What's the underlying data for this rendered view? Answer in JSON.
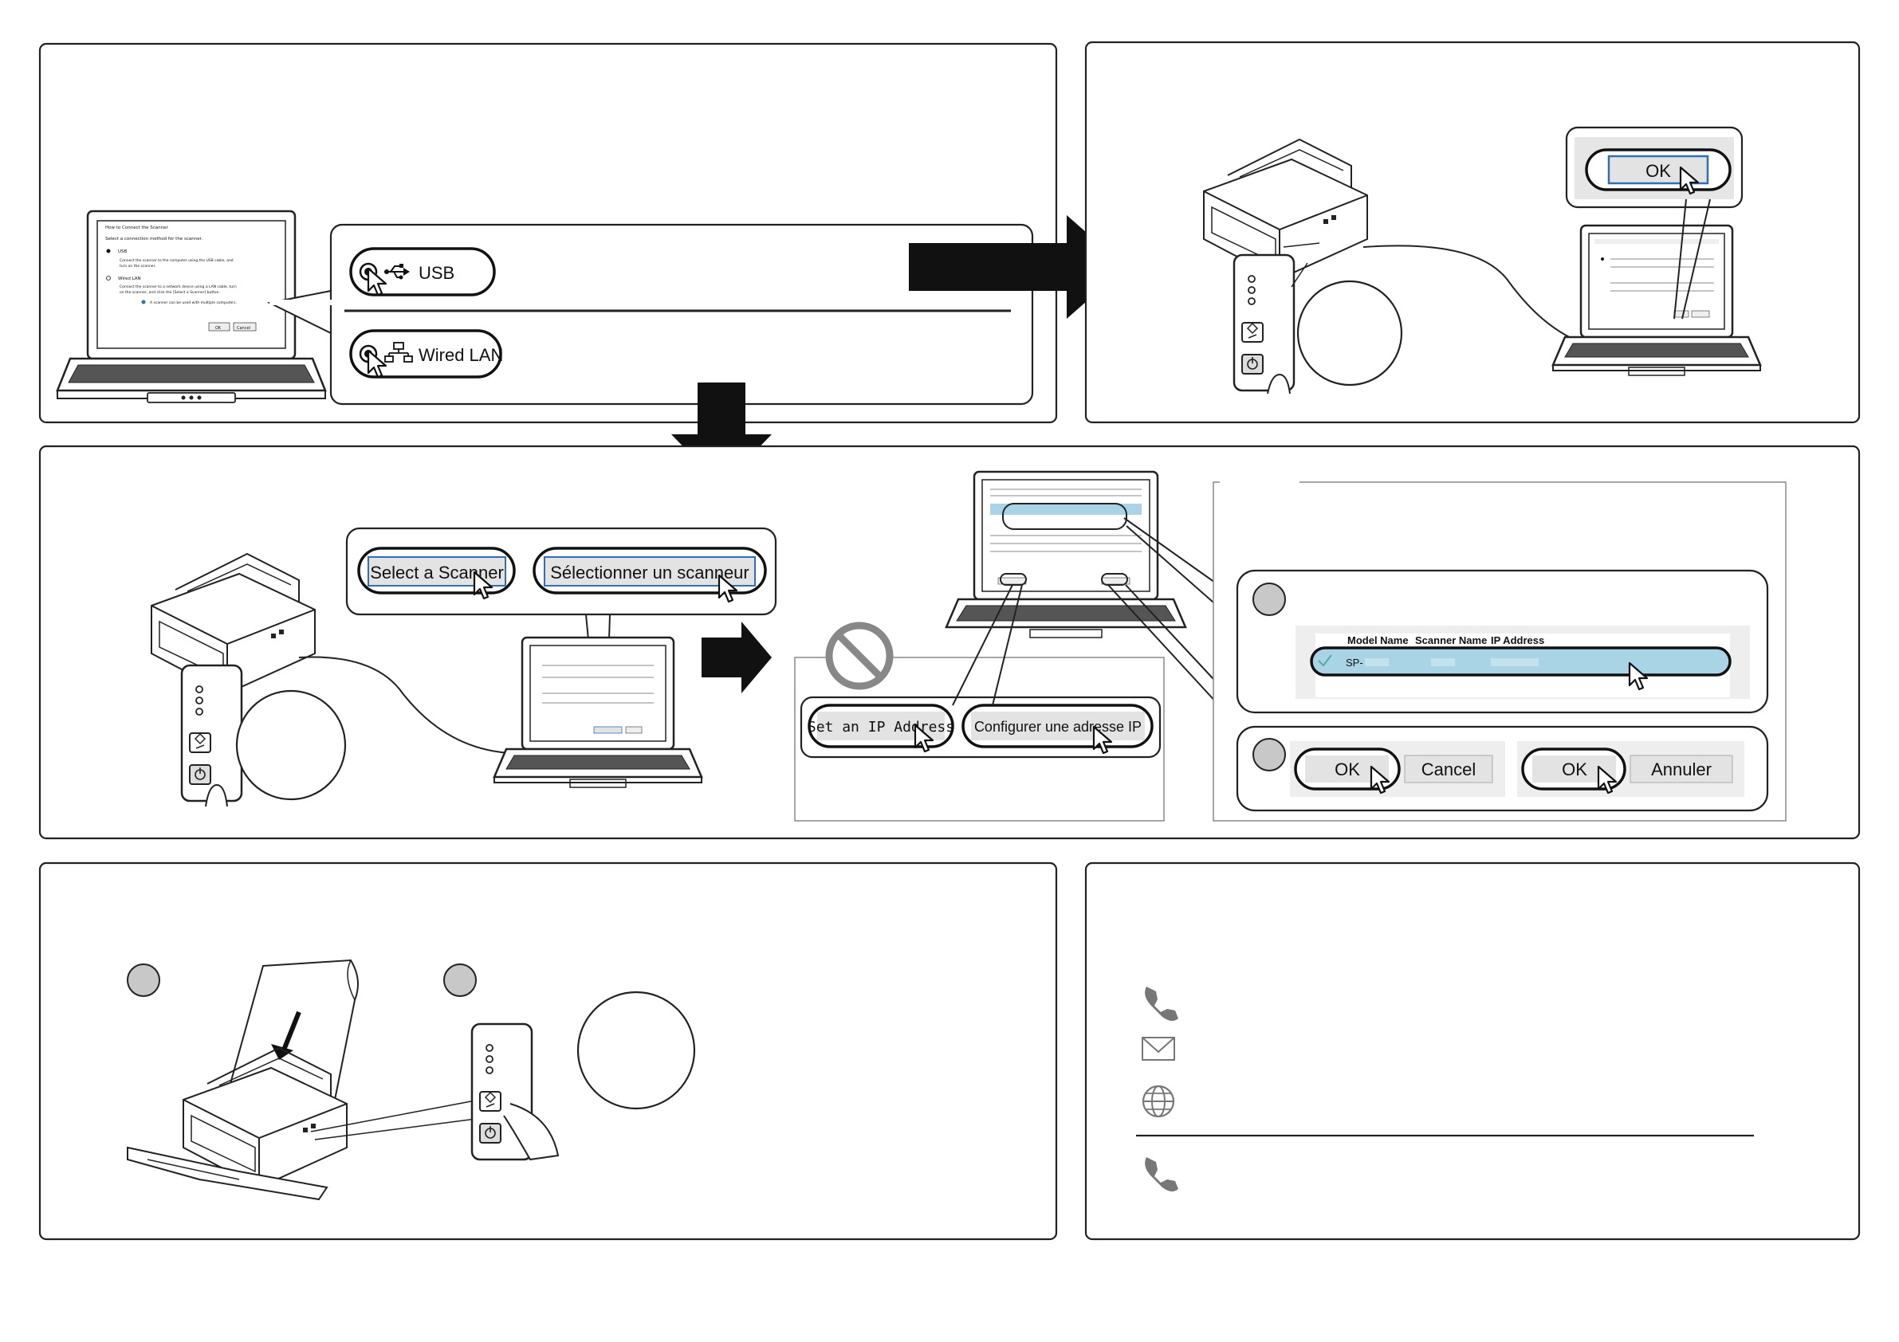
{
  "step1": {
    "options": {
      "usb": "USB",
      "wired_lan": "Wired LAN"
    },
    "laptop_dialog": {
      "title": "How to Connect the Scanner",
      "heading": "Select a connection method for the scanner.",
      "usb": "USB",
      "usb_desc1": "Connect the scanner to the computer using the USB cable, and",
      "usb_desc2": "turn on the scanner.",
      "lan": "Wired LAN",
      "lan_desc1": "Connect the scanner to a network device using a LAN cable, turn",
      "lan_desc2": "on the scanner, and click the [Select a Scanner] button.",
      "note": "A scanner can be used with multiple computers.",
      "ok": "OK",
      "cancel": "Cancel"
    }
  },
  "step2": {
    "ok_button": "OK"
  },
  "step3": {
    "select_scanner_en": "Select a Scanner",
    "select_scanner_fr": "Sélectionner un scanneur",
    "set_ip_en": "Set an IP Address",
    "set_ip_fr": "Configurer une adresse IP",
    "table": {
      "headers": [
        "Model Name",
        "Scanner Name",
        "IP Address"
      ],
      "row_model_prefix": "SP-"
    },
    "buttons_en": {
      "ok": "OK",
      "cancel": "Cancel"
    },
    "buttons_fr": {
      "ok": "OK",
      "cancel": "Annuler"
    }
  },
  "icons": [
    "usb-icon",
    "network-icon",
    "cursor-icon",
    "prohibited-icon",
    "phone-icon",
    "mail-icon",
    "globe-icon",
    "power-icon",
    "scan-icon",
    "arrow-right-icon",
    "arrow-down-icon"
  ],
  "colors": {
    "highlight": "#a9d4e6",
    "selection_border": "#2f6fb8",
    "button_bg": "#e3e3e3",
    "step_circle": "#c8c8c8"
  }
}
